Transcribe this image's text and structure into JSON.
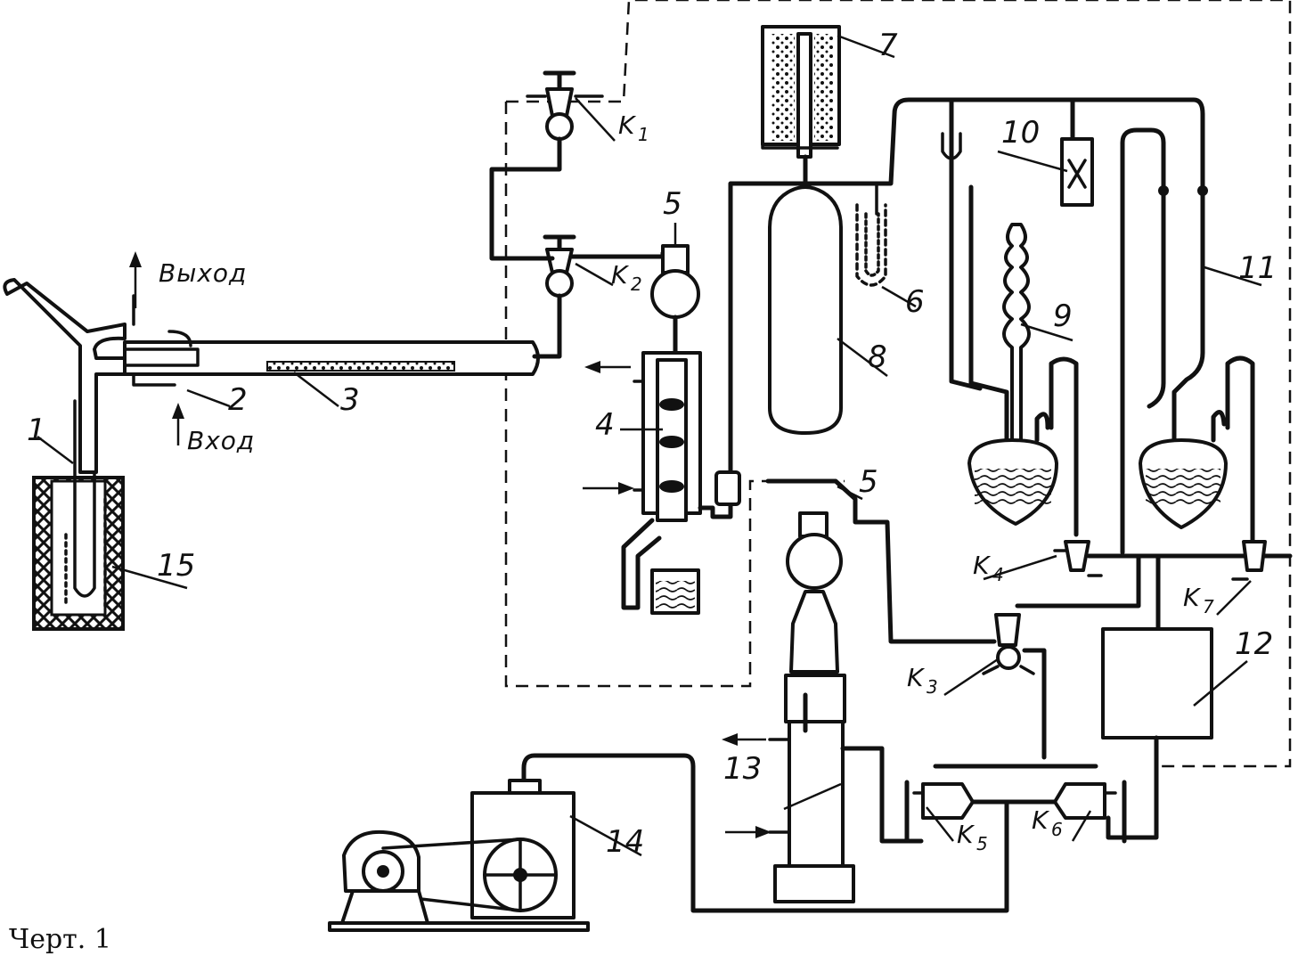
{
  "caption": "Черт. 1",
  "flow": {
    "outlet": "Выход",
    "inlet": "Вход"
  },
  "parts": {
    "p1": "1",
    "p2": "2",
    "p3": "3",
    "p4": "4",
    "p5a": "5",
    "p5b": "5",
    "p6": "6",
    "p7": "7",
    "p8": "8",
    "p9": "9",
    "p10": "10",
    "p11": "11",
    "p12": "12",
    "p13": "13",
    "p14": "14",
    "p15": "15"
  },
  "valves": {
    "k1": {
      "letter": "K",
      "index": "1"
    },
    "k2": {
      "letter": "K",
      "index": "2"
    },
    "k3": {
      "letter": "K",
      "index": "3"
    },
    "k4": {
      "letter": "K",
      "index": "4"
    },
    "k5": {
      "letter": "K",
      "index": "5"
    },
    "k6": {
      "letter": "K",
      "index": "6"
    },
    "k7": {
      "letter": "K",
      "index": "7"
    }
  }
}
